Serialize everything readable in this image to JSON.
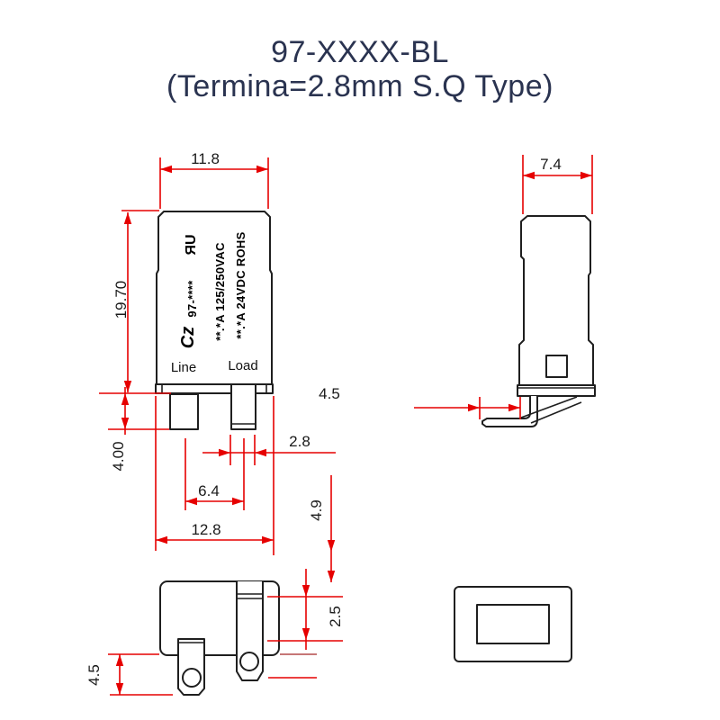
{
  "title": {
    "line1": "97-XXXX-BL",
    "line2": "(Termina=2.8mm S.Q Type)"
  },
  "views": {
    "front": {
      "terminal_labels": {
        "line": "Line",
        "load": "Load"
      },
      "markings": {
        "ul_logo": "ЯU",
        "part_number": "97-****",
        "rating_ac": "**.*A 125/250VAC",
        "rating_dc": "**.*A 24VDC ROHS",
        "cert_logo": "Cz"
      },
      "dimensions": {
        "body_width": "11.8",
        "body_height": "19.70",
        "terminal_length": "4.00",
        "terminal_width": "2.8",
        "terminal_pitch": "6.4",
        "base_width": "12.8",
        "hole_offset": "4.9"
      }
    },
    "side": {
      "dimensions": {
        "body_depth": "7.4",
        "lead_extension": "4.5"
      }
    },
    "bottom": {
      "dimensions": {
        "terminal_protrusion": "4.5",
        "hole_offset": "2.5"
      }
    }
  },
  "colors": {
    "dimension_red": "#e60000",
    "outline_black": "#1f1f1f",
    "title_navy": "#2a3350"
  }
}
